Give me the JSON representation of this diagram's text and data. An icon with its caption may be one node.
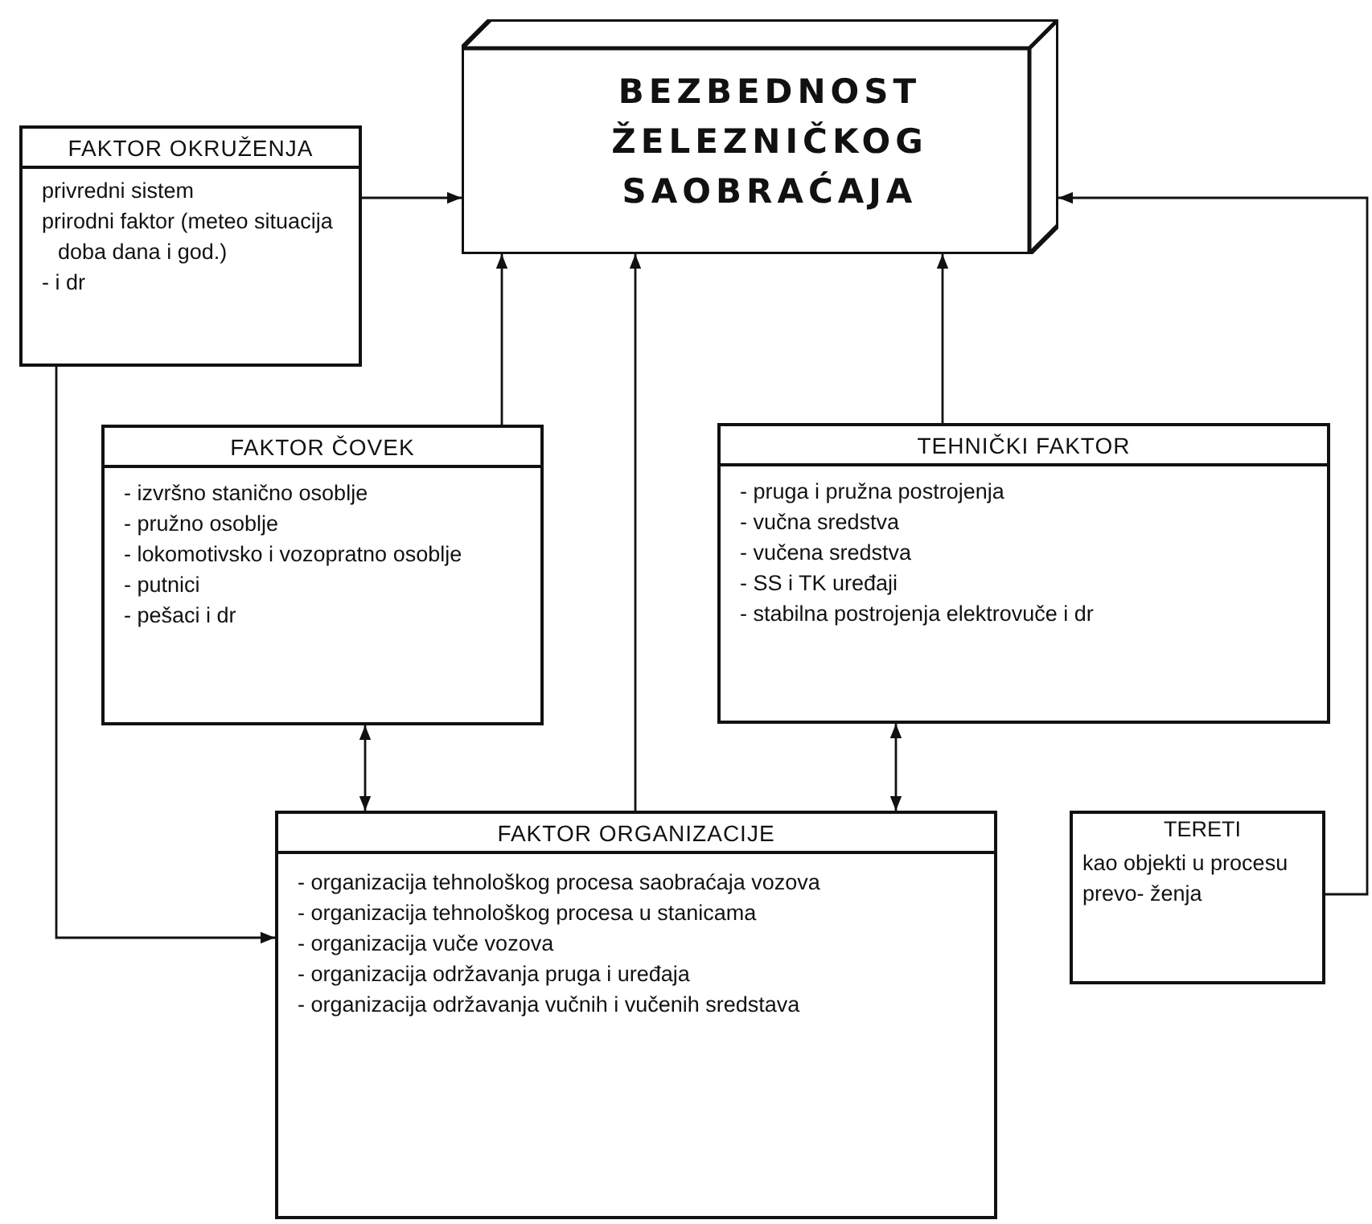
{
  "diagram": {
    "nodes": [
      {
        "text": [
          "BEZBEDNOST ŽELEZNIČKOG SAOBRAĆAJA"
        ]
      },
      {
        "text": [
          "FAKTOR OKRUŽENJA",
          "privredni sistem",
          "prirodni faktor (meteo situacija doba dana i god.)",
          "- i dr"
        ]
      },
      {
        "text": [
          "FAKTOR ČOVEK",
          "- izvršno stanično osoblje",
          "- pružno osoblje",
          "- lokomotivsko i vozopratno osoblje",
          "- putnici",
          "- pešaci i dr"
        ]
      },
      {
        "text": [
          "TEHNIČKI FAKTOR",
          "- pruga i pružna postrojenja",
          "- vučna sredstva",
          "- vučena sredstva",
          "- SS i TK uređaji",
          "- stabilna postrojenja elektrovuče i dr"
        ]
      },
      {
        "text": [
          "FAKTOR ORGANIZACIJE",
          "- organizacija tehnološkog procesa saobraćaja vozova",
          "- organizacija tehnološkog procesa u stanicama",
          "- organizacija vuče vozova",
          "- organizacija održavanja pruga i uređaja",
          "- organizacija održavanja vučnih i vučenih sredstava"
        ]
      },
      {
        "text": [
          "TERETI",
          "kao objekti u procesu prevo- ženja"
        ]
      }
    ],
    "edges": [
      {
        "from": 1,
        "to": 0,
        "arrow": "to"
      },
      {
        "from": 1,
        "to": 4,
        "arrow": "to"
      },
      {
        "from": 2,
        "to": 0,
        "arrow": "to"
      },
      {
        "from": 4,
        "to": 0,
        "arrow": "to"
      },
      {
        "from": 3,
        "to": 0,
        "arrow": "to"
      },
      {
        "from": 2,
        "to": 4,
        "arrow": "both"
      },
      {
        "from": 3,
        "to": 4,
        "arrow": "both"
      },
      {
        "from": 5,
        "to": 0,
        "arrow": "to"
      }
    ]
  }
}
